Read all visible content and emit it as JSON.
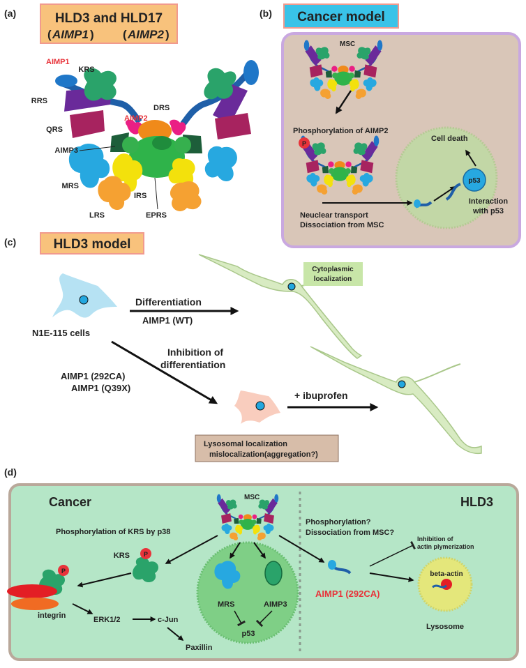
{
  "panel_a": {
    "letter": "(a)",
    "title_line1": "HLD3 and HLD17",
    "title_gene1": "AIMP1",
    "title_gene2": "AIMP2",
    "labels": {
      "aimp1": "AIMP1",
      "krs": "KRS",
      "rrs": "RRS",
      "qrs": "QRS",
      "aimp3": "AIMP3",
      "mrs": "MRS",
      "lrs": "LRS",
      "irs": "IRS",
      "eprs": "EPRS",
      "drs": "DRS",
      "aimp2": "AIMP2"
    }
  },
  "panel_b": {
    "letter": "(b)",
    "title": "Cancer model",
    "msc": "MSC",
    "phos": "Phosphorylation of AIMP2",
    "p_badge": "P",
    "cell_death": "Cell death",
    "p53": "p53",
    "transport1": "Neuclear transport",
    "transport2": "Dissociation from MSC",
    "interaction1": "Interaction",
    "interaction2": "with p53"
  },
  "panel_c": {
    "letter": "(c)",
    "title": "HLD3 model",
    "cytoplasmic1": "Cytoplasmic",
    "cytoplasmic2": "localization",
    "differentiation": "Differentiation",
    "aimp1_wt": "AIMP1 (WT)",
    "n1e": "N1E-115 cells",
    "inhibition1": "Inhibition of",
    "inhibition2": "differentiation",
    "mut1": "AIMP1 (292CA)",
    "mut2": "AIMP1 (Q39X)",
    "ibuprofen": "+ ibuprofen",
    "lysosomal1": "Lysosomal localization",
    "lysosomal2": "mislocalization(aggregation?)"
  },
  "panel_d": {
    "letter": "(d)",
    "cancer": "Cancer",
    "hld3": "HLD3",
    "msc": "MSC",
    "phos_krs": "Phosphorylation of KRS by p38",
    "krs": "KRS",
    "p_badge": "P",
    "integrin": "integrin",
    "erk": "ERK1/2",
    "cjun": "c-Jun",
    "paxillin": "Paxillin",
    "mrs": "MRS",
    "aimp3": "AIMP3",
    "p53": "p53",
    "phos_q": "Phosphorylation?",
    "dissoc_q": "Dissociation from MSC?",
    "inhib1": "Inhibition of",
    "inhib2": "actin plymerization",
    "aimp1_mut": "AIMP1 (292CA)",
    "beta_actin": "beta-actin",
    "lysosome": "Lysosome"
  },
  "colors": {
    "panel_b_bg": "#d9c6b8",
    "panel_b_border": "#c9a8e0",
    "panel_d_bg": "#b5e6c7",
    "panel_d_border": "#b9a89a",
    "nucleus_green": "#c2d7a6",
    "title_box_orange": "#f8c27c",
    "title_box_cyan": "#39c3e8",
    "red_label": "#e8333a"
  }
}
